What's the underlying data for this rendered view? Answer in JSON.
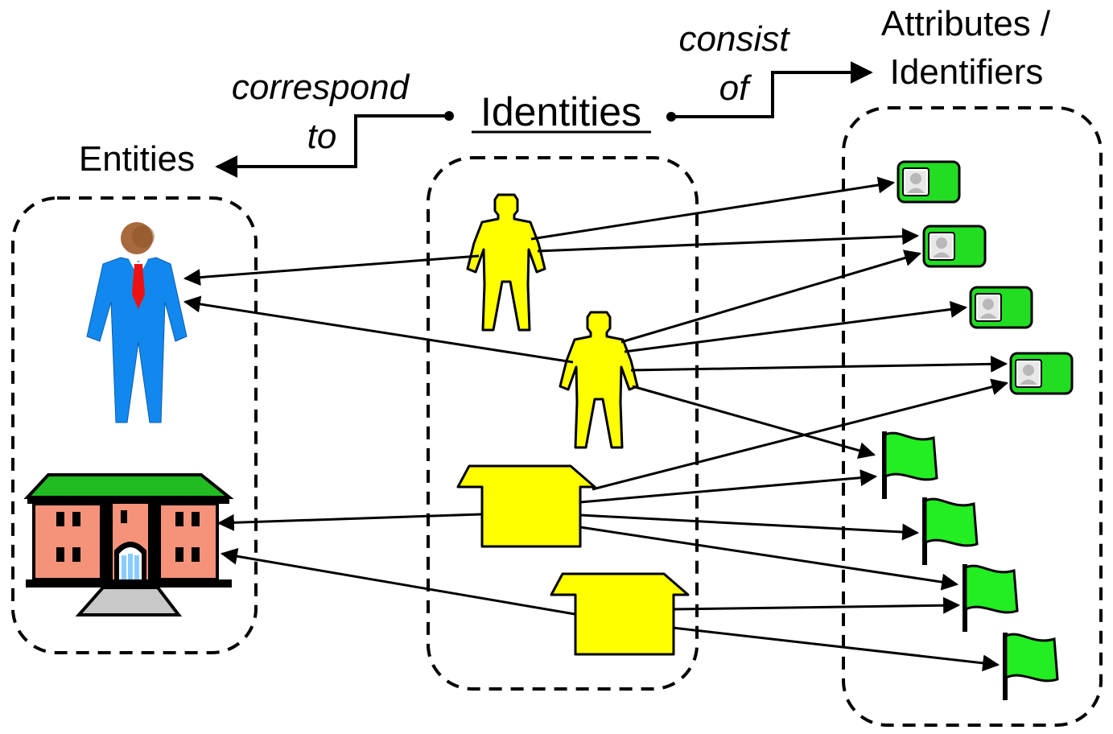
{
  "diagram": {
    "labels": {
      "entities": "Entities",
      "identities": "Identities",
      "attributes_line1": "Attributes /",
      "attributes_line2": "Identifiers",
      "correspond_line1": "correspond",
      "correspond_line2": "to",
      "consist_line1": "consist",
      "consist_line2": "of"
    },
    "colors": {
      "person_identity": "#ffff00",
      "org_identity": "#ffff00",
      "id_card": "#22dd22",
      "flag": "#22ee22",
      "person_entity_suit": "#1188ee",
      "person_entity_head": "#a86a3c",
      "person_entity_tie": "#ee1111",
      "building_wall": "#f4937a",
      "building_roof": "#22bb22"
    },
    "icons": {
      "entity_person": "businessman-icon",
      "entity_org": "building-icon",
      "identity_person": "person-silhouette-icon",
      "identity_org": "house-silhouette-icon",
      "attribute_card": "id-card-icon",
      "attribute_flag": "flag-icon"
    }
  }
}
